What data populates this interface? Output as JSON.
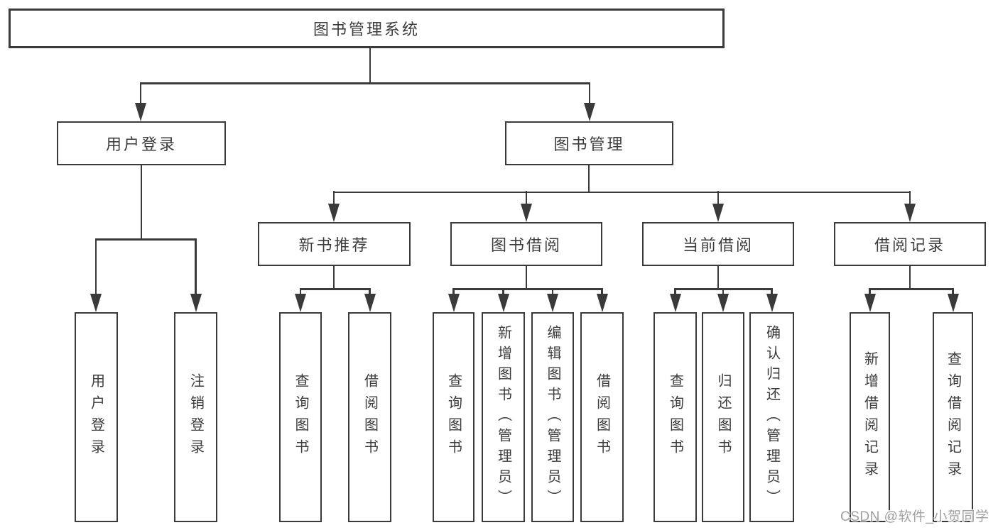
{
  "nodes": {
    "root": "图书管理系统",
    "user_login": "用户登录",
    "book_mgmt": "图书管理",
    "new_book": "新书推荐",
    "book_borrow": "图书借阅",
    "current_borrow": "当前借阅",
    "borrow_records": "借阅记录"
  },
  "leaves": {
    "login": [
      "用户登录",
      "注销登录"
    ],
    "new_book": [
      "查询图书",
      "借阅图书"
    ],
    "book_borrow": [
      "查询图书",
      "新增图书（管理员）",
      "编辑图书（管理员）",
      "借阅图书"
    ],
    "current_borrow": [
      "查询图书",
      "归还图书",
      "确认归还（管理员）"
    ],
    "borrow_records": [
      "新增借阅记录",
      "查询借阅记录"
    ]
  },
  "watermark": "CSDN @软件_小贺同学",
  "colors": {
    "line": "#3a3a3a",
    "text": "#3c3c3c",
    "background": "#ffffff",
    "watermark": "#a0a0a0"
  }
}
